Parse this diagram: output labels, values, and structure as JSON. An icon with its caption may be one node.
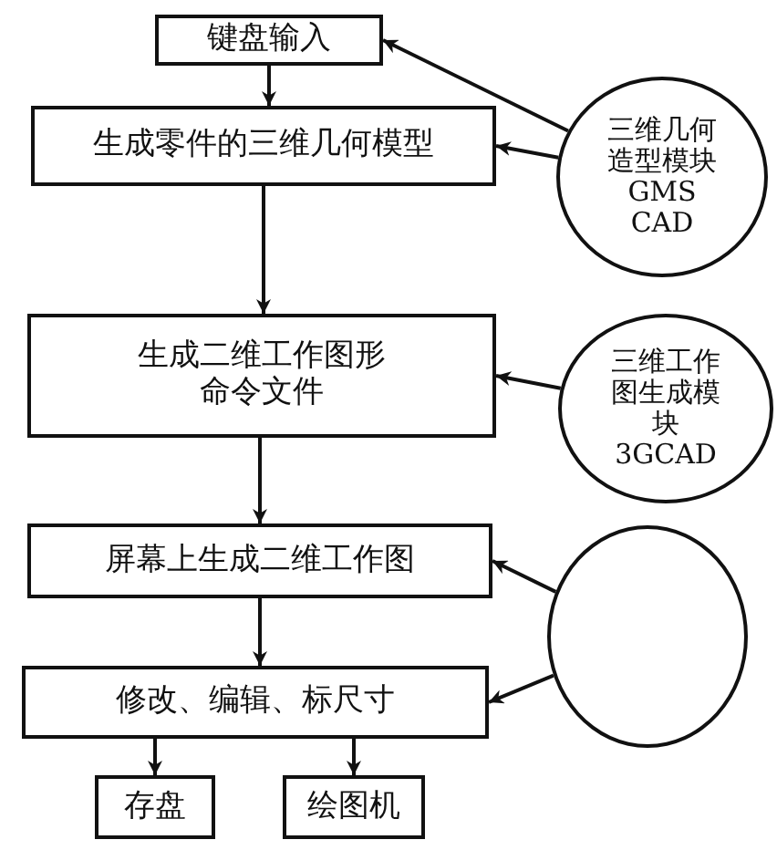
{
  "diagram": {
    "nodes": [
      {
        "text": [
          "键盘输入"
        ]
      },
      {
        "text": [
          "生成零件的三维几何模型"
        ]
      },
      {
        "text": [
          "生成二维工作图形命令文件"
        ]
      },
      {
        "text": [
          "屏幕上生成二维工作图"
        ]
      },
      {
        "text": [
          "修改、编辑、标尺寸"
        ]
      },
      {
        "text": [
          "存盘"
        ]
      },
      {
        "text": [
          "绘图机"
        ]
      },
      {
        "text": [
          "三维几何造型模块GMS CAD"
        ]
      },
      {
        "text": [
          "三维工作图生成模块3GCAD"
        ]
      },
      {
        "text": [],
        "shape": "circle"
      }
    ],
    "edges": [
      {
        "from": 0,
        "to": 1,
        "arrow": "to"
      },
      {
        "from": 1,
        "to": 2,
        "arrow": "to"
      },
      {
        "from": 2,
        "to": 3,
        "arrow": "to"
      },
      {
        "from": 3,
        "to": 4,
        "arrow": "to"
      },
      {
        "from": 4,
        "to": 5,
        "arrow": "to"
      },
      {
        "from": 4,
        "to": 6,
        "arrow": "to"
      },
      {
        "from": 7,
        "to": 0,
        "arrow": "to"
      },
      {
        "from": 7,
        "to": 1,
        "arrow": "to"
      },
      {
        "from": 8,
        "to": 2,
        "arrow": "to"
      },
      {
        "from": 9,
        "to": 3,
        "arrow": "to"
      },
      {
        "from": 9,
        "to": 4,
        "arrow": "to"
      }
    ]
  }
}
